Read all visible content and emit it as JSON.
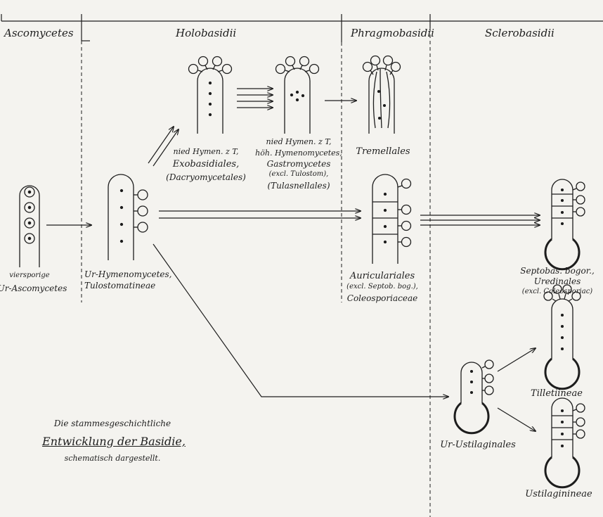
{
  "headers": {
    "ascomycetes": "Ascomycetes",
    "holobasidii": "Holobasidii",
    "phragmobasidii": "Phragmobasidii",
    "sclerobasidii": "Sclerobasidii"
  },
  "labels": {
    "ur_ascomycetes_1": "viersporige",
    "ur_ascomycetes_2": "Ur-Ascomycetes",
    "ur_hymeno_1": "Ur-Hymenomycetes,",
    "ur_hymeno_2": "Tulostomatineae",
    "exobas_1": "nied Hymen. z T,",
    "exobas_2": "Exobasidiales,",
    "exobas_3": "(Dacryomycetales)",
    "hoeh_1": "nied Hymen. z T,",
    "hoeh_2": "höh. Hymenomycetes,",
    "hoeh_3": "Gastromycetes",
    "hoeh_4": "(excl. Tulostom),",
    "hoeh_5": "(Tulasnellales)",
    "tremellales": "Tremellales",
    "auric_1": "Auriculariales",
    "auric_2": "(excl. Septob. bog.),",
    "auric_3": "Coleosporiaceae",
    "septob_1": "Septobas. bogor.,",
    "septob_2": "Uredinales",
    "septob_3": "(excl. Coleosporiac)",
    "tilletiineae": "Tilletiineae",
    "ur_ustilag": "Ur-Ustilaginales",
    "ustilaginineae": "Ustilaginineae"
  },
  "caption": {
    "line1": "Die stammesgeschichtliche",
    "line2": "Entwicklung der Basidie,",
    "line3": "schematisch dargestellt."
  },
  "colors": {
    "ink": "#1d1d1d",
    "paper": "#f4f3ef"
  }
}
